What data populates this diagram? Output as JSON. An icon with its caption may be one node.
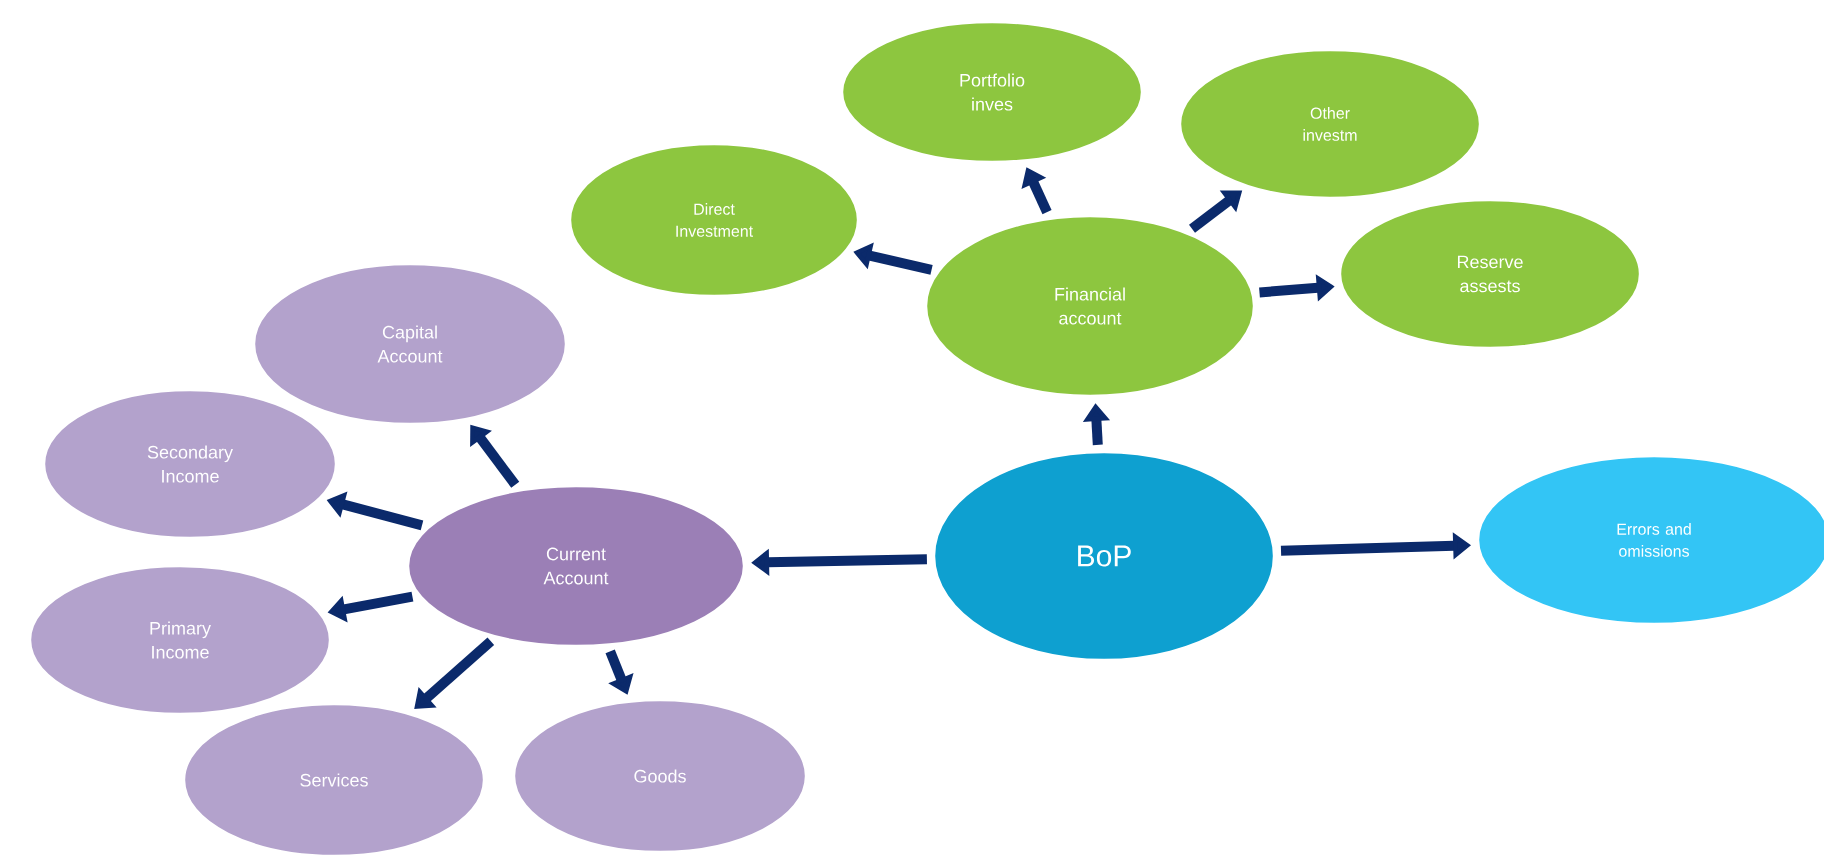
{
  "diagram": {
    "nodes": [
      {
        "text": [
          "BoP"
        ]
      },
      {
        "text": [
          "Errors and omissions"
        ]
      },
      {
        "text": [
          "Financial account"
        ]
      },
      {
        "text": [
          "Direct Investment"
        ]
      },
      {
        "text": [
          "Portfolio inves"
        ]
      },
      {
        "text": [
          "Other investm"
        ]
      },
      {
        "text": [
          "Reserve assests"
        ]
      },
      {
        "text": [
          "Current Account"
        ]
      },
      {
        "text": [
          "Capital Account"
        ]
      },
      {
        "text": [
          "Secondary Income"
        ]
      },
      {
        "text": [
          "Primary Income"
        ]
      },
      {
        "text": [
          "Services"
        ]
      },
      {
        "text": [
          "Goods"
        ]
      }
    ],
    "edges": [
      {
        "from": 0,
        "to": 1,
        "arrow": "to"
      },
      {
        "from": 0,
        "to": 2,
        "arrow": "to"
      },
      {
        "from": 0,
        "to": 7,
        "arrow": "to"
      },
      {
        "from": 2,
        "to": 3,
        "arrow": "to"
      },
      {
        "from": 2,
        "to": 4,
        "arrow": "to"
      },
      {
        "from": 2,
        "to": 5,
        "arrow": "to"
      },
      {
        "from": 2,
        "to": 6,
        "arrow": "to"
      },
      {
        "from": 7,
        "to": 8,
        "arrow": "to"
      },
      {
        "from": 7,
        "to": 9,
        "arrow": "to"
      },
      {
        "from": 7,
        "to": 10,
        "arrow": "to"
      },
      {
        "from": 7,
        "to": 11,
        "arrow": "to"
      },
      {
        "from": 7,
        "to": 12,
        "arrow": "to"
      }
    ]
  }
}
